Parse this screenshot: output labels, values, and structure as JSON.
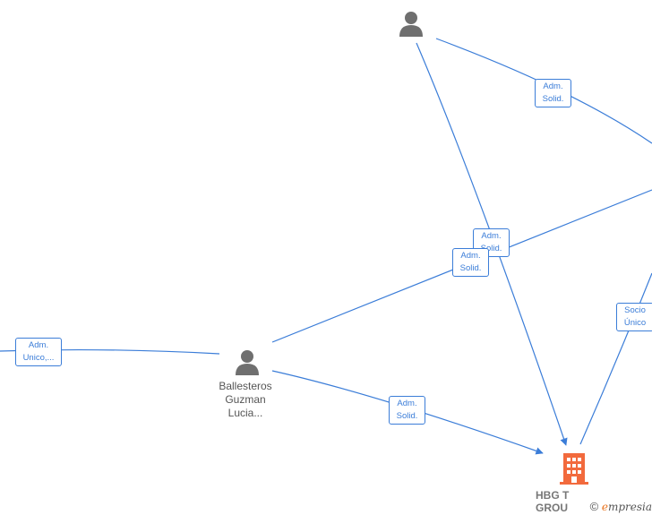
{
  "nodes": {
    "person_top": {
      "label": ""
    },
    "person_left": {
      "label_lines": [
        "Ballesteros",
        "Guzman",
        "Lucia..."
      ]
    },
    "company": {
      "label_lines": [
        "HBG T",
        "GROU"
      ],
      "color": "#f26a3d"
    }
  },
  "relations": [
    {
      "id": "adm-unico",
      "lines": [
        "Adm.",
        "Unico,..."
      ]
    },
    {
      "id": "adm-solid-top",
      "lines": [
        "Adm.",
        "Solid."
      ]
    },
    {
      "id": "adm-solid-mid-a",
      "lines": [
        "Adm.",
        "Solid."
      ]
    },
    {
      "id": "adm-solid-mid-b",
      "lines": [
        "Adm.",
        "Solid."
      ]
    },
    {
      "id": "adm-solid-bottom",
      "lines": [
        "Adm.",
        "Solid."
      ]
    },
    {
      "id": "socio-unico",
      "lines": [
        "Socio",
        "Único"
      ]
    }
  ],
  "watermark": {
    "copyright": "©",
    "brand_initial": "e",
    "brand_rest": "mpresia"
  },
  "colors": {
    "edge": "#3b7dd8",
    "person_icon": "#6f6f6f",
    "company_icon": "#f26a3d"
  }
}
